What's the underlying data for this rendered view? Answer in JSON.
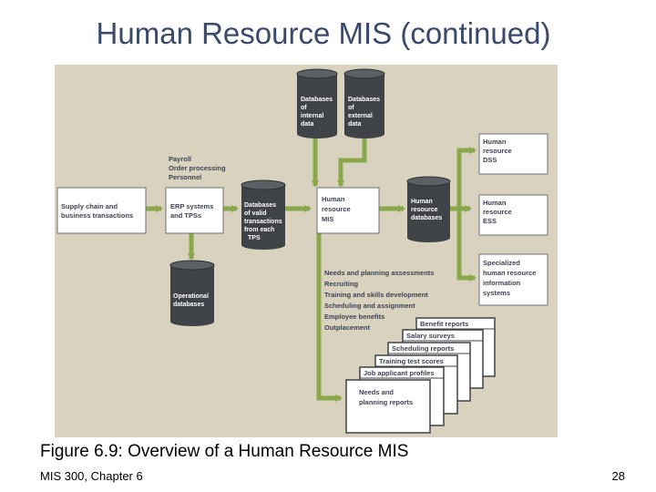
{
  "slide": {
    "title": "Human Resource MIS (continued)",
    "caption": "Figure 6.9: Overview of a Human Resource MIS",
    "footer_left": "MIS 300, Chapter 6",
    "page_number": "28"
  },
  "diagram": {
    "supply_chain": [
      "Supply chain and",
      "business transactions"
    ],
    "erp_systems": [
      "ERP systems",
      "and TPSs"
    ],
    "tps_list": [
      "Payroll",
      "Order processing",
      "Personnel"
    ],
    "operational_db": [
      "Operational",
      "databases"
    ],
    "valid_tx_db": [
      "Databases",
      "of valid",
      "transactions",
      "from each",
      "TPS"
    ],
    "internal_db": [
      "Databases",
      "of",
      "internal",
      "data"
    ],
    "external_db": [
      "Databases",
      "of",
      "external",
      "data"
    ],
    "hr_mis": [
      "Human",
      "resource",
      "MIS"
    ],
    "hr_databases": [
      "Human",
      "resource",
      "databases"
    ],
    "hr_dss": [
      "Human",
      "resource",
      "DSS"
    ],
    "hr_ess": [
      "Human",
      "resource",
      "ESS"
    ],
    "specialized": [
      "Specialized",
      "human resource",
      "information",
      "systems"
    ],
    "mis_functions": [
      "Needs and planning assessments",
      "Recruiting",
      "Training and skills development",
      "Scheduling and assignment",
      "Employee benefits",
      "Outplacement"
    ],
    "reports": [
      "Benefit reports",
      "Salary surveys",
      "Scheduling reports",
      "Training test scores",
      "Job applicant profiles",
      [
        "Needs and",
        "planning reports"
      ]
    ]
  },
  "colors": {
    "background": "#d8d2bf",
    "arrow": "#8aa84b",
    "box_border": "#6b6f73",
    "database": "#3f4347",
    "title": "#3b4a6b",
    "text_dark": "#3d4352"
  }
}
